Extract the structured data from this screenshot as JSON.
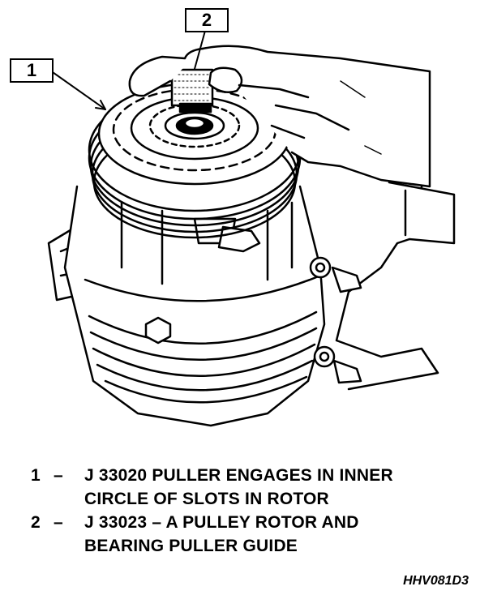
{
  "callouts": [
    {
      "label": "1"
    },
    {
      "label": "2"
    }
  ],
  "legend": [
    {
      "number": "1",
      "dash": "–",
      "line1": "J 33020 PULLER ENGAGES IN INNER",
      "line2": "CIRCLE OF SLOTS IN ROTOR"
    },
    {
      "number": "2",
      "dash": "–",
      "line1": "J 33023 – A PULLEY ROTOR AND",
      "line2": "BEARING PULLER GUIDE"
    }
  ],
  "figure_code": "HHV081D3"
}
